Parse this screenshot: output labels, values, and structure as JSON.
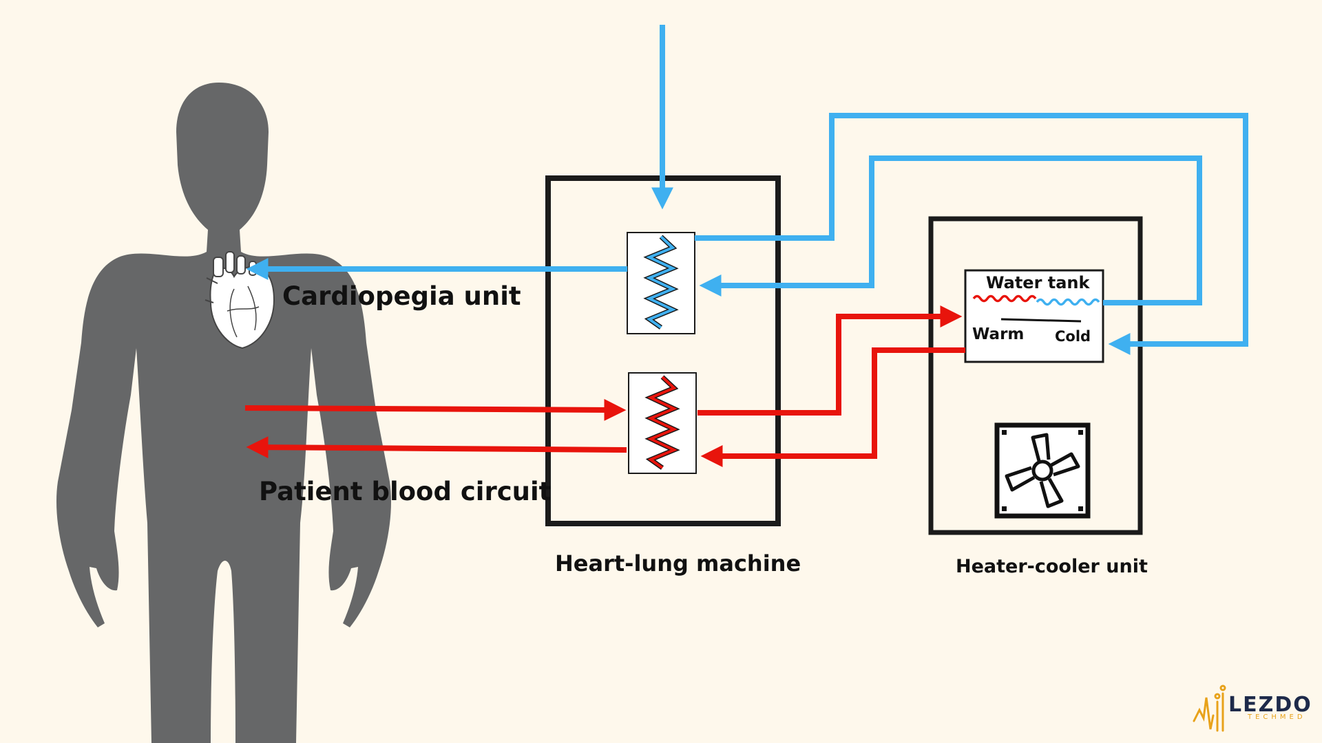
{
  "labels": {
    "cardioplegia": "Cardiopegia unit",
    "patient_circuit": "Patient blood circuit",
    "heart_lung_machine": "Heart-lung machine",
    "heater_cooler": "Heater-cooler unit",
    "water_tank": "Water tank",
    "warm": "Warm",
    "cold": "Cold"
  },
  "logo": {
    "name": "LEZDO",
    "sub": "TECHMED"
  },
  "colors": {
    "background": "#fef8ec",
    "body_silhouette": "#666768",
    "cold_line": "#3fb0f0",
    "warm_line": "#e8140c",
    "box_border": "#1b1b1b",
    "logo_gold": "#e8a21a",
    "logo_dark": "#1e2a4a"
  },
  "icons": [
    "heart-icon",
    "fan-icon",
    "logo-icon"
  ]
}
